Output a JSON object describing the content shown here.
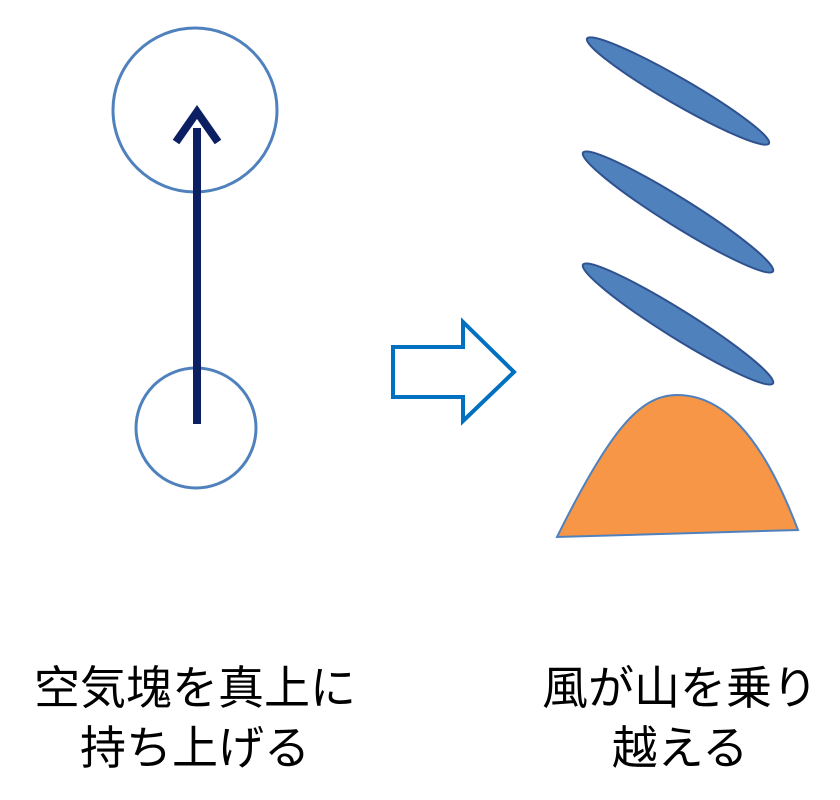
{
  "left_caption": {
    "line1": "空気塊を真上に",
    "line2": "持ち上げる"
  },
  "right_caption": {
    "line1": "風が山を乗り",
    "line2": "越える"
  },
  "colors": {
    "circle_stroke": "#4F81BD",
    "arrow_fill": "#0D1F63",
    "block_arrow_stroke": "#0070C0",
    "cloud_fill": "#4F81BD",
    "cloud_stroke": "#2F528F",
    "mountain_fill": "#F79646",
    "mountain_stroke": "#4F81BD"
  },
  "icons": {
    "block_arrow": "right-arrow-outline-icon"
  }
}
